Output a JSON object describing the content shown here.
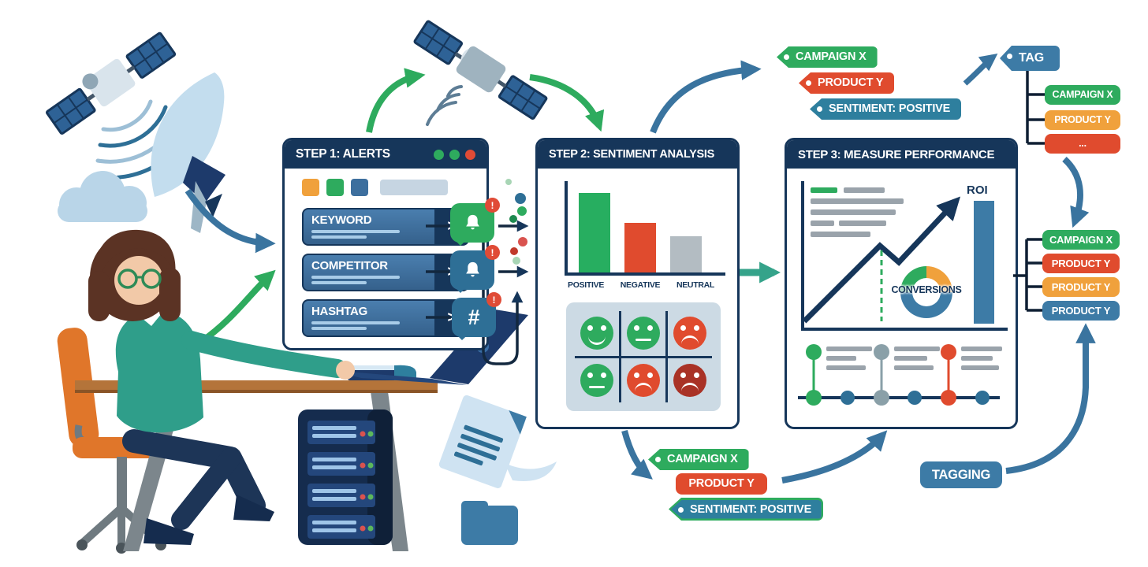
{
  "step1": {
    "title": "STEP 1: ALERTS",
    "window_dots": [
      "#2eab5e",
      "#2eab5e",
      "#e04b36"
    ],
    "toolbar_squares": [
      "#f0a13c",
      "#2eab5e",
      "#3d6f9e"
    ],
    "rows": [
      {
        "label": "KEYWORD",
        "chevron": ">",
        "icon": "bell-alert"
      },
      {
        "label": "COMPETITOR",
        "chevron": ">",
        "icon": "bell-alert"
      },
      {
        "label": "HASHTAG",
        "chevron": ">",
        "icon": "hashtag-alert",
        "hash_glyph": "#"
      }
    ],
    "alert_badge": "!"
  },
  "step2": {
    "title": "STEP 2: SENTIMENT ANALYSIS",
    "chart": {
      "type": "bar",
      "categories": [
        "POSITIVE",
        "NEGATIVE",
        "NEUTRAL"
      ],
      "values": [
        87,
        54,
        40
      ],
      "colors": [
        "#27ae60",
        "#e04b2e",
        "#b3bcc2"
      ],
      "ylim": [
        0,
        100
      ]
    },
    "emoji_grid": {
      "rows": [
        [
          {
            "mood": "happy",
            "color": "#2eab5e"
          },
          {
            "mood": "neutral",
            "color": "#2eab5e"
          },
          {
            "mood": "sad",
            "color": "#e04b2e"
          }
        ],
        [
          {
            "mood": "neutral",
            "color": "#2eab5e"
          },
          {
            "mood": "sad",
            "color": "#e04b2e"
          },
          {
            "mood": "sad",
            "color": "#a93226"
          }
        ]
      ]
    }
  },
  "step3": {
    "title": "STEP 3: MEASURE PERFORMANCE",
    "roi_label": "ROI",
    "conversions_label": "CONVERSIONS"
  },
  "tags_top": [
    {
      "label": "CAMPAIGN X",
      "color": "#2eab5e"
    },
    {
      "label": "PRODUCT Y",
      "color": "#e04b2e"
    },
    {
      "label": "SENTIMENT: POSITIVE",
      "color": "#2e7f9e"
    }
  ],
  "tag_tree": {
    "root": "TAG",
    "root_color": "#3d7ba6",
    "children": [
      {
        "label": "CAMPAIGN X",
        "color": "#2eab5e"
      },
      {
        "label": "PRODUCT Y",
        "color": "#f0a13c"
      },
      {
        "label": "...",
        "color": "#e04b2e"
      }
    ]
  },
  "right_list": [
    {
      "label": "CAMPAIGN X",
      "color": "#2eab5e"
    },
    {
      "label": "PRODUCT Y",
      "color": "#e04b2e"
    },
    {
      "label": "PRODUCT Y",
      "color": "#f0a13c"
    },
    {
      "label": "PRODUCT Y",
      "color": "#3d7ba6"
    }
  ],
  "tags_bottom": [
    {
      "label": "CAMPAIGN X",
      "color": "#2eab5e"
    },
    {
      "label": "PRODUCT Y",
      "color": "#e04b2e"
    },
    {
      "label": "SENTIMENT: POSITIVE",
      "color": "#2e7f9e",
      "border": "#2eab5e"
    }
  ],
  "tagging_label": "TAGGING"
}
